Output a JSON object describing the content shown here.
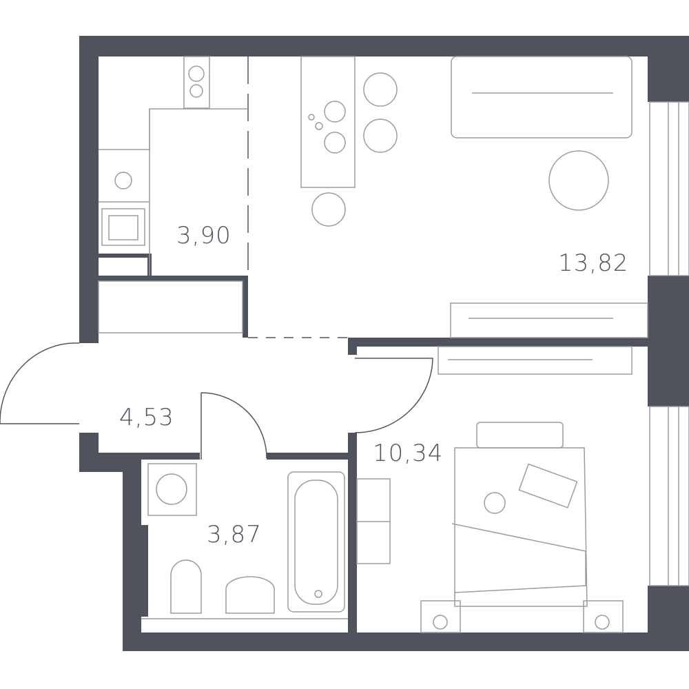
{
  "rooms": [
    {
      "name": "kitchen",
      "area": "3,90"
    },
    {
      "name": "living-room",
      "area": "13,82"
    },
    {
      "name": "hallway",
      "area": "4,53"
    },
    {
      "name": "bathroom",
      "area": "3,87"
    },
    {
      "name": "bedroom",
      "area": "10,34"
    }
  ],
  "colors": {
    "wall": "#4f535e",
    "furniture": "#9a9ca3"
  }
}
